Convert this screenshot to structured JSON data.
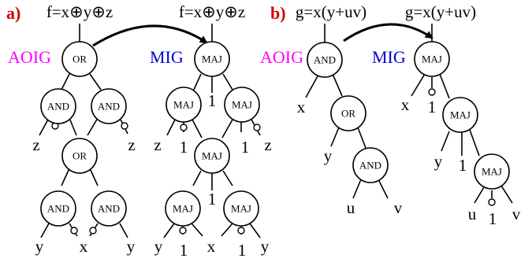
{
  "panel_a": {
    "label": "a)",
    "left_formula": "f=x⊕y⊕z",
    "right_formula": "f=x⊕y⊕z",
    "left_tag": "AOIG",
    "right_tag": "MIG",
    "left_tag_color": "#ff00ff",
    "right_tag_color": "#0000cc",
    "aoig": {
      "nodes": [
        "OR",
        "AND",
        "AND",
        "OR",
        "AND",
        "AND"
      ],
      "leaves": [
        "z",
        "z",
        "y",
        "x",
        "y"
      ]
    },
    "mig": {
      "nodes": [
        "MAJ",
        "MAJ",
        "MAJ",
        "MAJ",
        "MAJ",
        "MAJ"
      ],
      "constants": [
        "1",
        "1",
        "1",
        "1",
        "1",
        "1"
      ],
      "leaves": [
        "z",
        "z",
        "y",
        "x",
        "y"
      ]
    }
  },
  "panel_b": {
    "label": "b)",
    "left_formula": "g=x(y+uv)",
    "right_formula": "g=x(y+uv)",
    "left_tag": "AOIG",
    "right_tag": "MIG",
    "left_tag_color": "#ff00ff",
    "right_tag_color": "#0000cc",
    "aoig": {
      "nodes": [
        "AND",
        "OR",
        "AND"
      ],
      "leaves": [
        "x",
        "y",
        "u",
        "v"
      ]
    },
    "mig": {
      "nodes": [
        "MAJ",
        "MAJ",
        "MAJ"
      ],
      "constants": [
        "1",
        "1",
        "1"
      ],
      "leaves": [
        "x",
        "y",
        "u",
        "v"
      ]
    }
  }
}
